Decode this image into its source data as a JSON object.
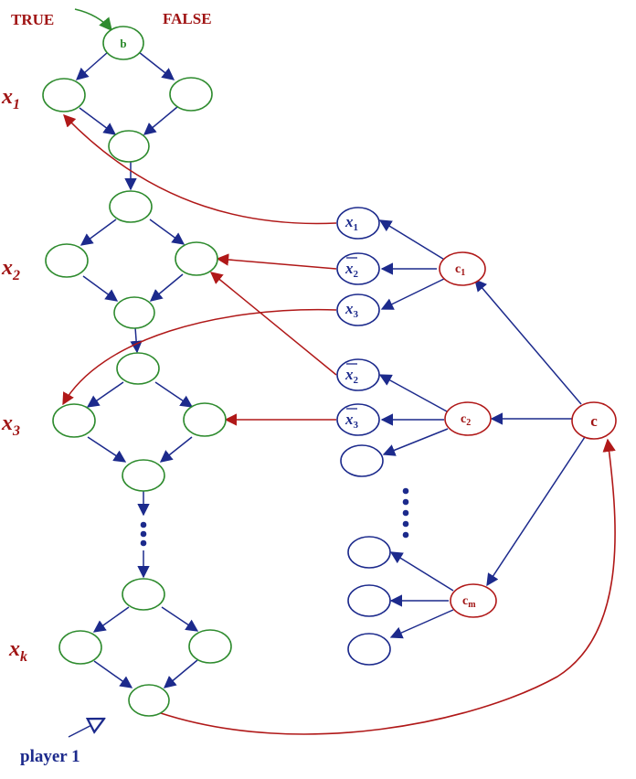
{
  "header": {
    "true_label": "TRUE",
    "false_label": "FALSE"
  },
  "gadgets": {
    "start_node_label": "b",
    "row_labels": [
      "x",
      "x",
      "x",
      "x"
    ],
    "row_subscripts": [
      "1",
      "2",
      "3",
      "k"
    ],
    "ellipsis": "⋮"
  },
  "literals": [
    {
      "name": "x",
      "sub": "1",
      "negated": false
    },
    {
      "name": "x",
      "sub": "2",
      "negated": true
    },
    {
      "name": "x",
      "sub": "3",
      "negated": false
    },
    {
      "name": "x",
      "sub": "2",
      "negated": true
    },
    {
      "name": "x",
      "sub": "3",
      "negated": true
    }
  ],
  "clauses": {
    "c1": {
      "name": "c",
      "sub": "1"
    },
    "c2": {
      "name": "c",
      "sub": "2"
    },
    "cm": {
      "name": "c",
      "sub": "m"
    },
    "root": {
      "name": "c"
    }
  },
  "footer": {
    "player_label": "player 1"
  },
  "colors": {
    "green": "#2e8b2e",
    "blue": "#1c2a8c",
    "red": "#b01818",
    "label_red": "#a01414",
    "label_blue": "#1c2a8c"
  }
}
